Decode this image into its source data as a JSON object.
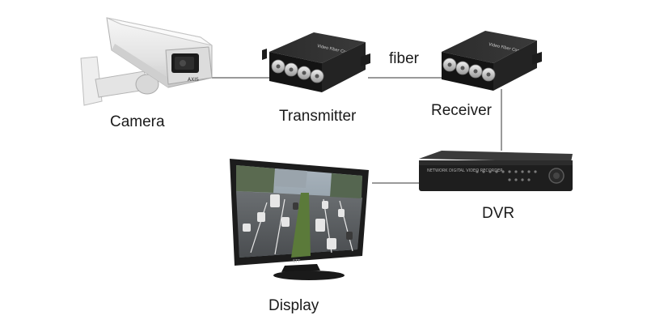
{
  "diagram": {
    "labels": {
      "camera": "Camera",
      "transmitter": "Transmitter",
      "fiber": "fiber",
      "receiver": "Receiver",
      "dvr": "DVR",
      "display": "Display"
    },
    "connections": [
      {
        "from": "camera",
        "to": "transmitter"
      },
      {
        "from": "transmitter",
        "to": "receiver",
        "label": "fiber"
      },
      {
        "from": "receiver",
        "to": "dvr"
      },
      {
        "from": "dvr",
        "to": "display"
      }
    ]
  },
  "colors": {
    "line": "#9a9a9a",
    "device_body": "#1e1e1e",
    "camera_housing": "#e9e9e9",
    "bnc_metal": "#c9c9c9",
    "screen_sky": "#8a9aa8",
    "text": "#1a1a1a"
  },
  "icons": [
    "camera-icon",
    "transmitter-icon",
    "receiver-icon",
    "dvr-icon",
    "display-icon"
  ]
}
